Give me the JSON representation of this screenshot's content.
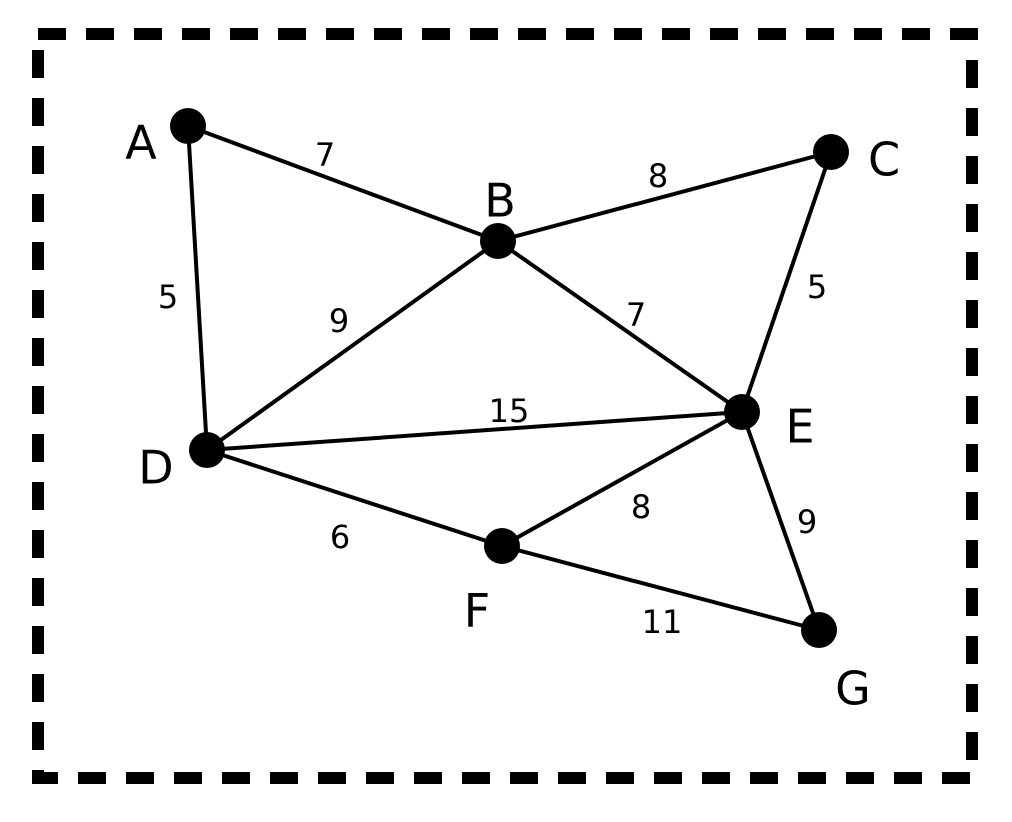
{
  "graph": {
    "nodes": [
      {
        "id": "A",
        "label": "A"
      },
      {
        "id": "B",
        "label": "B"
      },
      {
        "id": "C",
        "label": "C"
      },
      {
        "id": "D",
        "label": "D"
      },
      {
        "id": "E",
        "label": "E"
      },
      {
        "id": "F",
        "label": "F"
      },
      {
        "id": "G",
        "label": "G"
      }
    ],
    "edges": [
      {
        "from": "A",
        "to": "B",
        "weight": "7"
      },
      {
        "from": "A",
        "to": "D",
        "weight": "5"
      },
      {
        "from": "B",
        "to": "C",
        "weight": "8"
      },
      {
        "from": "B",
        "to": "D",
        "weight": "9"
      },
      {
        "from": "B",
        "to": "E",
        "weight": "7"
      },
      {
        "from": "C",
        "to": "E",
        "weight": "5"
      },
      {
        "from": "D",
        "to": "E",
        "weight": "15"
      },
      {
        "from": "D",
        "to": "F",
        "weight": "6"
      },
      {
        "from": "E",
        "to": "F",
        "weight": "8"
      },
      {
        "from": "E",
        "to": "G",
        "weight": "9"
      },
      {
        "from": "F",
        "to": "G",
        "weight": "11"
      }
    ]
  }
}
